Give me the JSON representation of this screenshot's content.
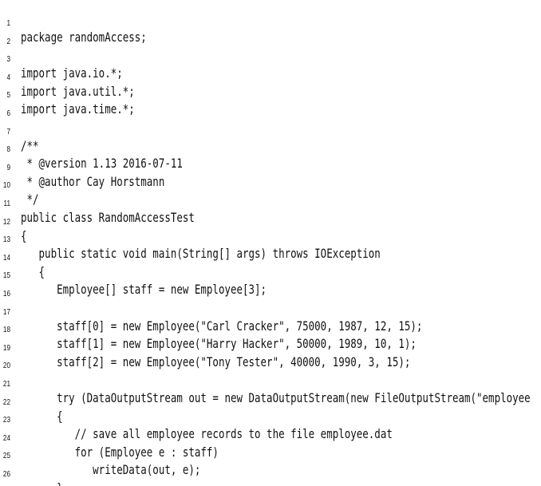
{
  "document": {
    "lines": [
      "package randomAccess;",
      "",
      "import java.io.*;",
      "import java.util.*;",
      "import java.time.*;",
      "",
      "/**",
      " * @version 1.13 2016-07-11",
      " * @author Cay Horstmann",
      " */",
      "public class RandomAccessTest",
      "{",
      "   public static void main(String[] args) throws IOException",
      "   {",
      "      Employee[] staff = new Employee[3];",
      "",
      "      staff[0] = new Employee(\"Carl Cracker\", 75000, 1987, 12, 15);",
      "      staff[1] = new Employee(\"Harry Hacker\", 50000, 1989, 10, 1);",
      "      staff[2] = new Employee(\"Tony Tester\", 40000, 1990, 3, 15);",
      "",
      "      try (DataOutputStream out = new DataOutputStream(new FileOutputStream(\"employee",
      "      {",
      "         // save all employee records to the file employee.dat",
      "         for (Employee e : staff)",
      "            writeData(out, e);",
      "      }",
      ""
    ]
  }
}
